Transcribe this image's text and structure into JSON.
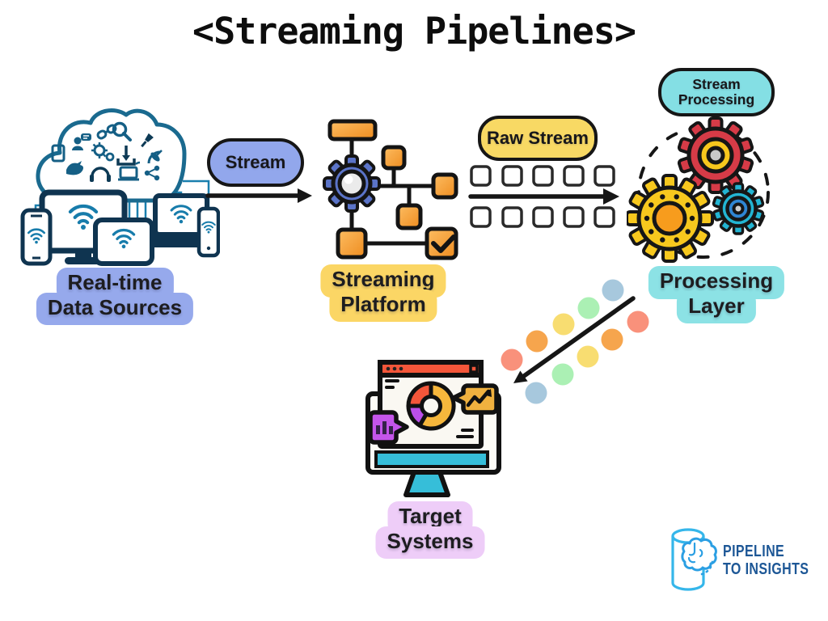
{
  "title": "<Streaming Pipelines>",
  "labels": {
    "sources": {
      "line1": "Real-time",
      "line2": "Data Sources"
    },
    "platform": {
      "line1": "Streaming",
      "line2": "Platform"
    },
    "processing_layer": {
      "line1": "Processing",
      "line2": "Layer"
    },
    "targets": {
      "line1": "Target",
      "line2": "Systems"
    }
  },
  "pills": {
    "stream": "Stream",
    "raw_stream": "Raw Stream",
    "stream_processing": {
      "line1": "Stream",
      "line2": "Processing"
    }
  },
  "logo": {
    "line1": "PIPELINE",
    "line2": "TO INSIGHTS"
  },
  "icons": {
    "sources": "cloud-data-sources-icon",
    "platform": "workflow-gear-icon",
    "processing": "three-gears-icon",
    "targets": "analytics-monitor-icon",
    "stream_arrow": "arrow-right-icon",
    "raw_stream_flow": "packet-stream-arrow-icon",
    "to_targets_arrow": "dotted-diagonal-arrow-icon",
    "brand": "pipeline-to-insights-logo"
  },
  "colors": {
    "label_periwinkle": "#96a9ec",
    "label_yellow": "#fbd665",
    "label_cyan": "#8ce2e5",
    "label_lavender": "#eecdf8",
    "pill_stream": "#92a7ec",
    "pill_raw_stream": "#f8d964",
    "pill_stream_processing": "#84dfe4",
    "flow_orange": "#f79a3e",
    "gear_blue": "#5b74c8",
    "gear_red": "#d63b47",
    "gear_yellow": "#f7c81e",
    "gear_orange_center": "#f79c1d",
    "gear_cyan": "#23b5d3",
    "dot_salmon": "#f9917b",
    "dot_orange": "#f6a54d",
    "dot_yellow": "#f8dd71",
    "dot_green": "#abf0b4",
    "dot_blue": "#a7c8dd",
    "monitor_cyan": "#36bed9",
    "browser_red": "#f4563a",
    "bubble_purple": "#c455ea",
    "bubble_yellow": "#f0b13f",
    "cloud_teal": "#1a6a8f",
    "device_navy": "#0f3450",
    "wifi_blue": "#177cab",
    "logo_light_blue": "#35b6ea",
    "logo_dark_blue": "#1d5796",
    "outline_black": "#161616"
  }
}
